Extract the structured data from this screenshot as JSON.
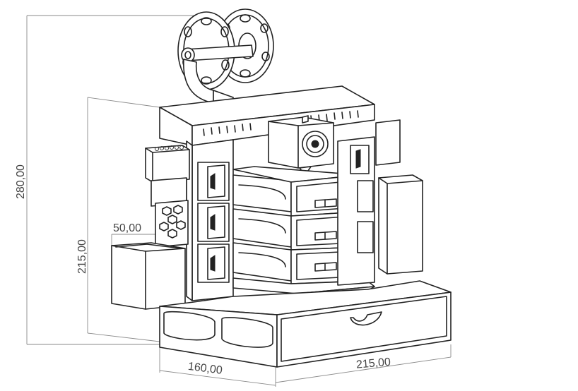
{
  "dimensions": {
    "total_height": "280,00",
    "body_height": "215,00",
    "cup_width": "50,00",
    "base_depth": "160,00",
    "base_width": "215,00"
  }
}
